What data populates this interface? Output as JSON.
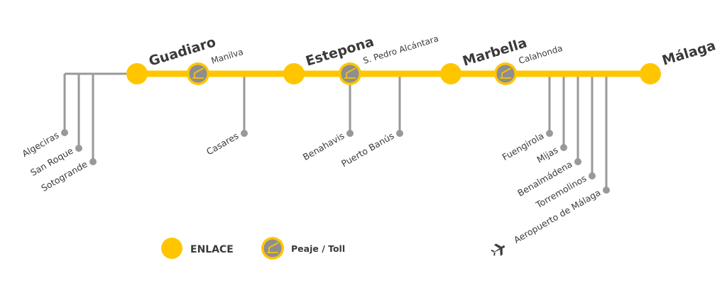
{
  "colors": {
    "road": "#FFC600",
    "branch": "#999999",
    "toll_fill": "#8E8E8E",
    "text": "#3a3a3a"
  },
  "stations": {
    "guadiaro": "Guadiaro",
    "manilva": "Manilva",
    "estepona": "Estepona",
    "s_pedro": "S. Pedro Alcántara",
    "marbella": "Marbella",
    "calahonda": "Calahonda",
    "malaga": "Málaga"
  },
  "exits": {
    "algeciras": "Algeciras",
    "san_roque": "San Roque",
    "sotogrande": "Sotogrande",
    "casares": "Casares",
    "benahavis": "Benahavis",
    "puerto_banus": "Puerto Banús",
    "fuengirola": "Fuengirola",
    "mijas": "Mijas",
    "benalmadena": "Benalmádena",
    "torremolinos": "Torremolinos",
    "aeropuerto": "Aeropuerto de Málaga"
  },
  "legend": {
    "enlace": "ENLACE",
    "toll": "Peaje / Toll"
  },
  "icons": {
    "toll": "toll-barrier-icon",
    "airport": "airplane-icon"
  }
}
